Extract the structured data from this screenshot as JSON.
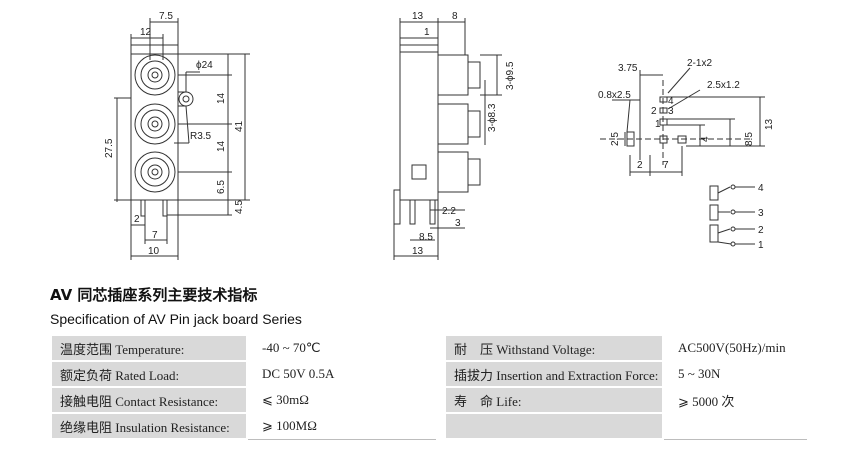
{
  "title_cn": "AV 同芯插座系列主要技术指标",
  "title_en": "Specification of AV Pin jack board Series",
  "drawing_labels": {
    "front": {
      "d7_5": "7.5",
      "d12": "12",
      "phi24": "ϕ24",
      "r3_5": "R3.5",
      "d27_5": "27.5",
      "d14a": "14",
      "d14b": "14",
      "d41": "41",
      "d6_5": "6.5",
      "d4_5": "4.5",
      "d2": "2",
      "d7": "7",
      "d10": "10"
    },
    "side": {
      "d13": "13",
      "d8": "8",
      "d1": "1",
      "d9_5": "3-ϕ9.5",
      "d8_3": "3-ϕ8.3",
      "d2_2": "2.2",
      "d3": "3",
      "d8_5": "8.5",
      "d13b": "13"
    },
    "pcb": {
      "d3_75": "3.75",
      "d2_1x2": "2-1x2",
      "d0_8x2_5": "0.8x2.5",
      "d2_5x1_2": "2.5x1.2",
      "p2": "2",
      "p4": "4",
      "p3": "3",
      "p1": "1",
      "d2_5": "2.5",
      "d4": "4",
      "d8_5": "8.5",
      "d13": "13",
      "d2": "2",
      "d7": "7"
    },
    "schematic": {
      "t4": "4",
      "t3": "3",
      "t2": "2",
      "t1": "1"
    }
  },
  "specs": [
    {
      "label1": "温度范围 Temperature:",
      "value1": "-40 ~ 70℃",
      "label2": "耐　压 Withstand Voltage:",
      "value2": "AC500V(50Hz)/min"
    },
    {
      "label1": "额定负荷 Rated Load:",
      "value1": "DC 50V 0.5A",
      "label2": "插拔力 Insertion and Extraction Force:",
      "value2": "5 ~ 30N"
    },
    {
      "label1": "接触电阻 Contact Resistance:",
      "value1": "⩽ 30mΩ",
      "label2": "寿　命 Life:",
      "value2": "⩾ 5000 次"
    },
    {
      "label1": "绝缘电阻 Insulation Resistance:",
      "value1": "⩾ 100MΩ",
      "label2": "",
      "value2": ""
    }
  ]
}
